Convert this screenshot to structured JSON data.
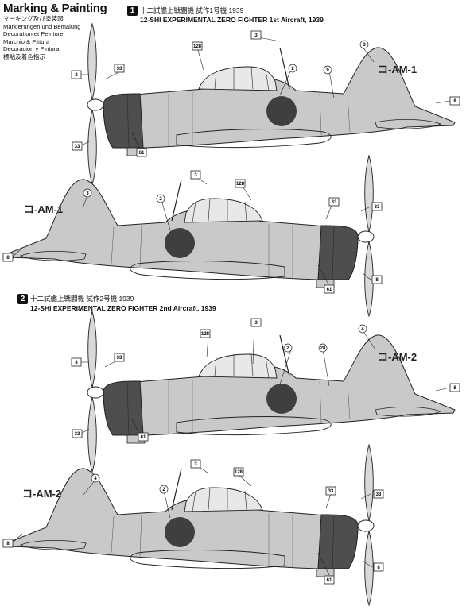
{
  "header": {
    "title": "Marking & Painting",
    "languages": [
      "マーキング及び塗装図",
      "Markierungen und Bemalung",
      "Decoration et Peinture",
      "Marchio & Pittura",
      "Decoracion y Pintura",
      "標貼及着色指示"
    ]
  },
  "sections": [
    {
      "number": "1",
      "jp": "十二試艦上戦闘機 試作1号機 1939",
      "en": "12-SHI EXPERIMENTAL ZERO FIGHTER 1st Aircraft, 1939",
      "registration": "コ-AM-1",
      "callouts": [
        "8",
        "33",
        "33",
        "128",
        "3",
        "2",
        "9",
        "3",
        "8",
        "61"
      ]
    },
    {
      "number": "2",
      "jp": "十二試艦上戦闘機 試作2号機 1939",
      "en": "12-SHI EXPERIMENTAL ZERO FIGHTER 2nd Aircraft, 1939",
      "registration": "コ-AM-2",
      "callouts": [
        "8",
        "33",
        "33",
        "128",
        "3",
        "2",
        "28",
        "4",
        "8",
        "61"
      ]
    }
  ],
  "colors": {
    "fuselage": "#c9c9c9",
    "cowling": "#4e4e4e",
    "hinomaru": "#3f3f3f",
    "outline": "#222222"
  }
}
